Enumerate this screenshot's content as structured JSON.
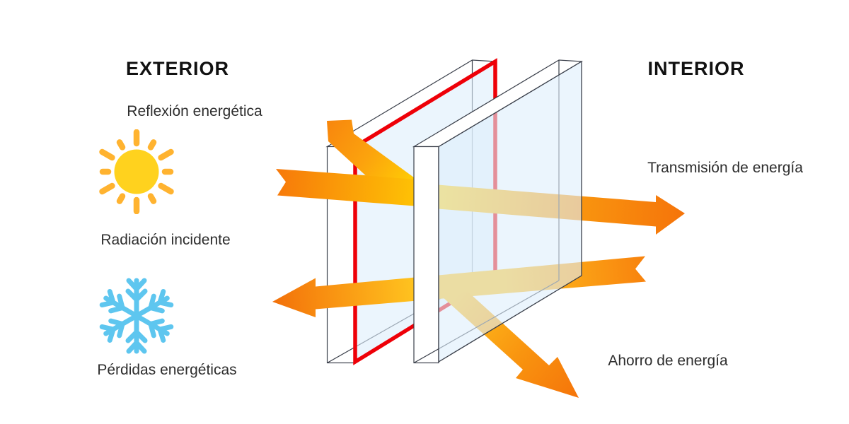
{
  "headings": {
    "exterior": "EXTERIOR",
    "interior": "INTERIOR"
  },
  "labels": {
    "reflection": "Reflexión energética",
    "incident": "Radiación incidente",
    "losses": "Pérdidas energéticas",
    "transmission": "Transmisión de energía",
    "savings": "Ahorro de energía"
  },
  "icons": {
    "sun": "sun-icon",
    "snowflake": "snowflake-icon"
  },
  "colors": {
    "arrow_orange": "#F7790A",
    "arrow_orange_deep": "#F5740A",
    "arrow_yellow": "#FFCE04",
    "coating_red": "#EE0008",
    "glass_fill": "#DDEFFB",
    "pane_outline": "#3A3F4A",
    "sun_core": "#FFD21E",
    "sun_rays": "#FFB330",
    "snowflake": "#5EC6EF",
    "heading_text": "#111111",
    "label_text": "#2E2E2E"
  }
}
